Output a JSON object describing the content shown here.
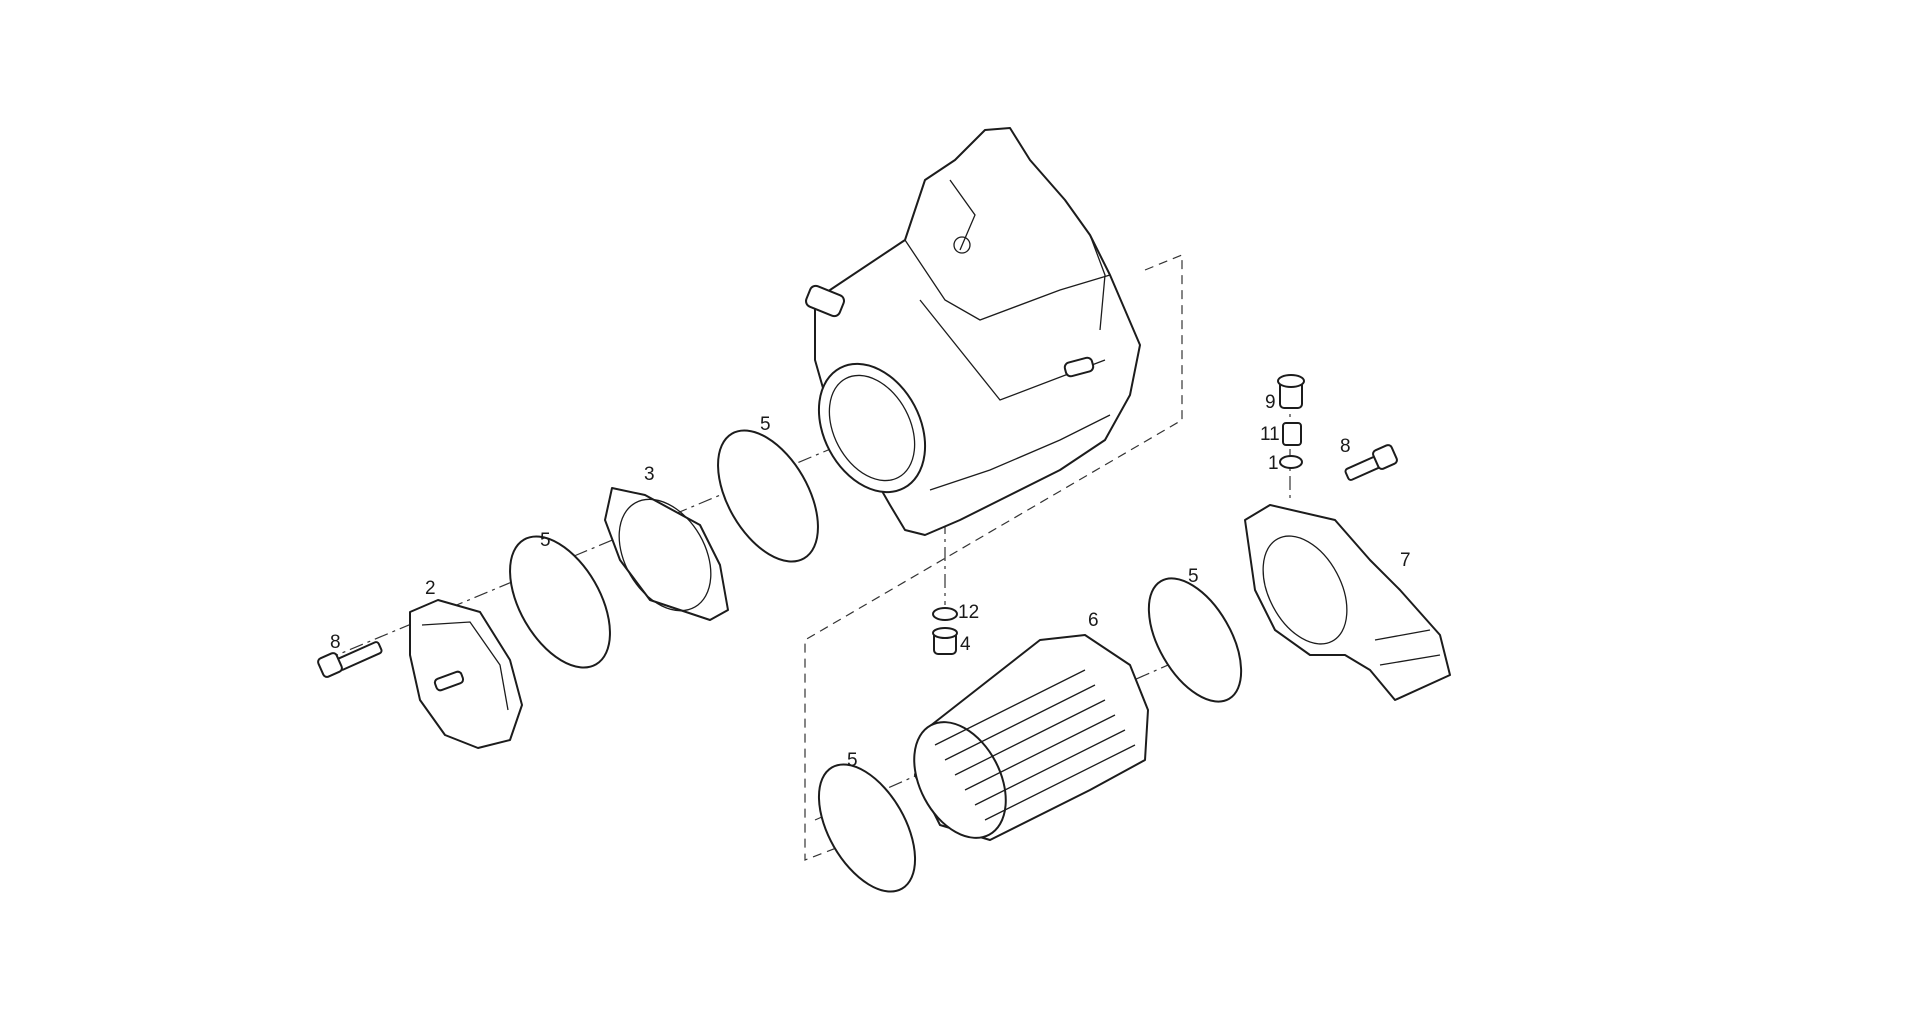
{
  "callouts": {
    "label_1": "1",
    "label_2": "2",
    "label_3": "3",
    "label_4": "4",
    "label_5": "5",
    "label_6": "6",
    "label_7": "7",
    "label_8": "8",
    "label_9": "9",
    "label_11": "11",
    "label_12": "12"
  },
  "colors": {
    "line": "#1c1c1c",
    "background": "#ffffff"
  }
}
